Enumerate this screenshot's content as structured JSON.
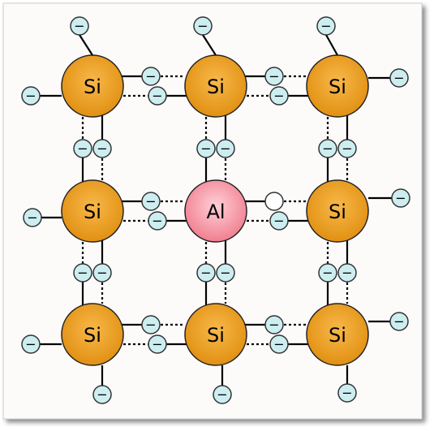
{
  "diagram": {
    "colors": {
      "background": "#fdfafa",
      "si_fill_center": "#f8b84a",
      "si_fill_edge": "#e08f10",
      "al_fill_center": "#ffd0d8",
      "al_fill_edge": "#f07b8c",
      "electron_fill": "#cdeef0",
      "hole_fill": "#ffffff",
      "line": "#000000"
    },
    "electron_sign": "−",
    "atoms": [
      {
        "label": "Si",
        "kind": "si"
      },
      {
        "label": "Si",
        "kind": "si"
      },
      {
        "label": "Si",
        "kind": "si"
      },
      {
        "label": "Si",
        "kind": "si"
      },
      {
        "label": "Al",
        "kind": "al"
      },
      {
        "label": "Si",
        "kind": "si"
      },
      {
        "label": "Si",
        "kind": "si"
      },
      {
        "label": "Si",
        "kind": "si"
      },
      {
        "label": "Si",
        "kind": "si"
      }
    ]
  }
}
